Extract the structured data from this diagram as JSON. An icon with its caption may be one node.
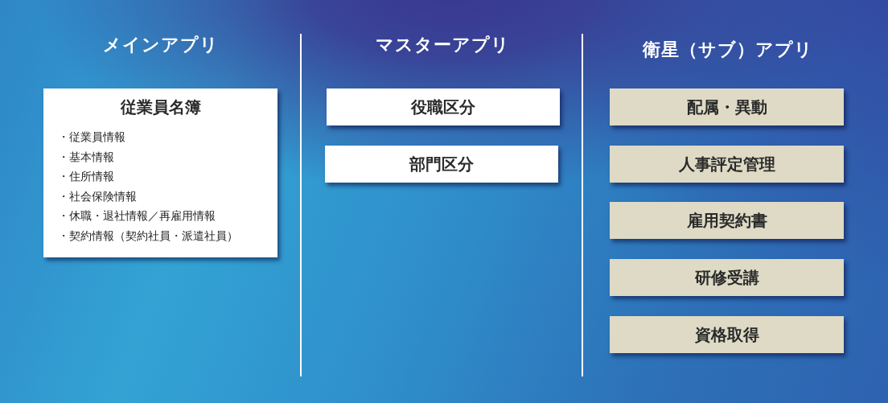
{
  "diagram": {
    "nodes": [
      {
        "text": [
          "従業員名簿",
          "・従業員情報",
          "・基本情報",
          "・住所情報",
          "・社会保険情報",
          "・休職・退社情報／再雇用情報",
          "・契約情報（契約社員・派遣社員）"
        ]
      },
      {
        "text": [
          "役職区分"
        ]
      },
      {
        "text": [
          "部門区分"
        ]
      },
      {
        "text": [
          "配属・異動"
        ]
      },
      {
        "text": [
          "人事評定管理"
        ]
      },
      {
        "text": [
          "雇用契約書"
        ]
      },
      {
        "text": [
          "研修受講"
        ]
      },
      {
        "text": [
          "資格取得"
        ]
      }
    ],
    "labels": [
      "メインアプリ",
      "マスターアプリ",
      "衛星（サブ）アプリ"
    ]
  }
}
